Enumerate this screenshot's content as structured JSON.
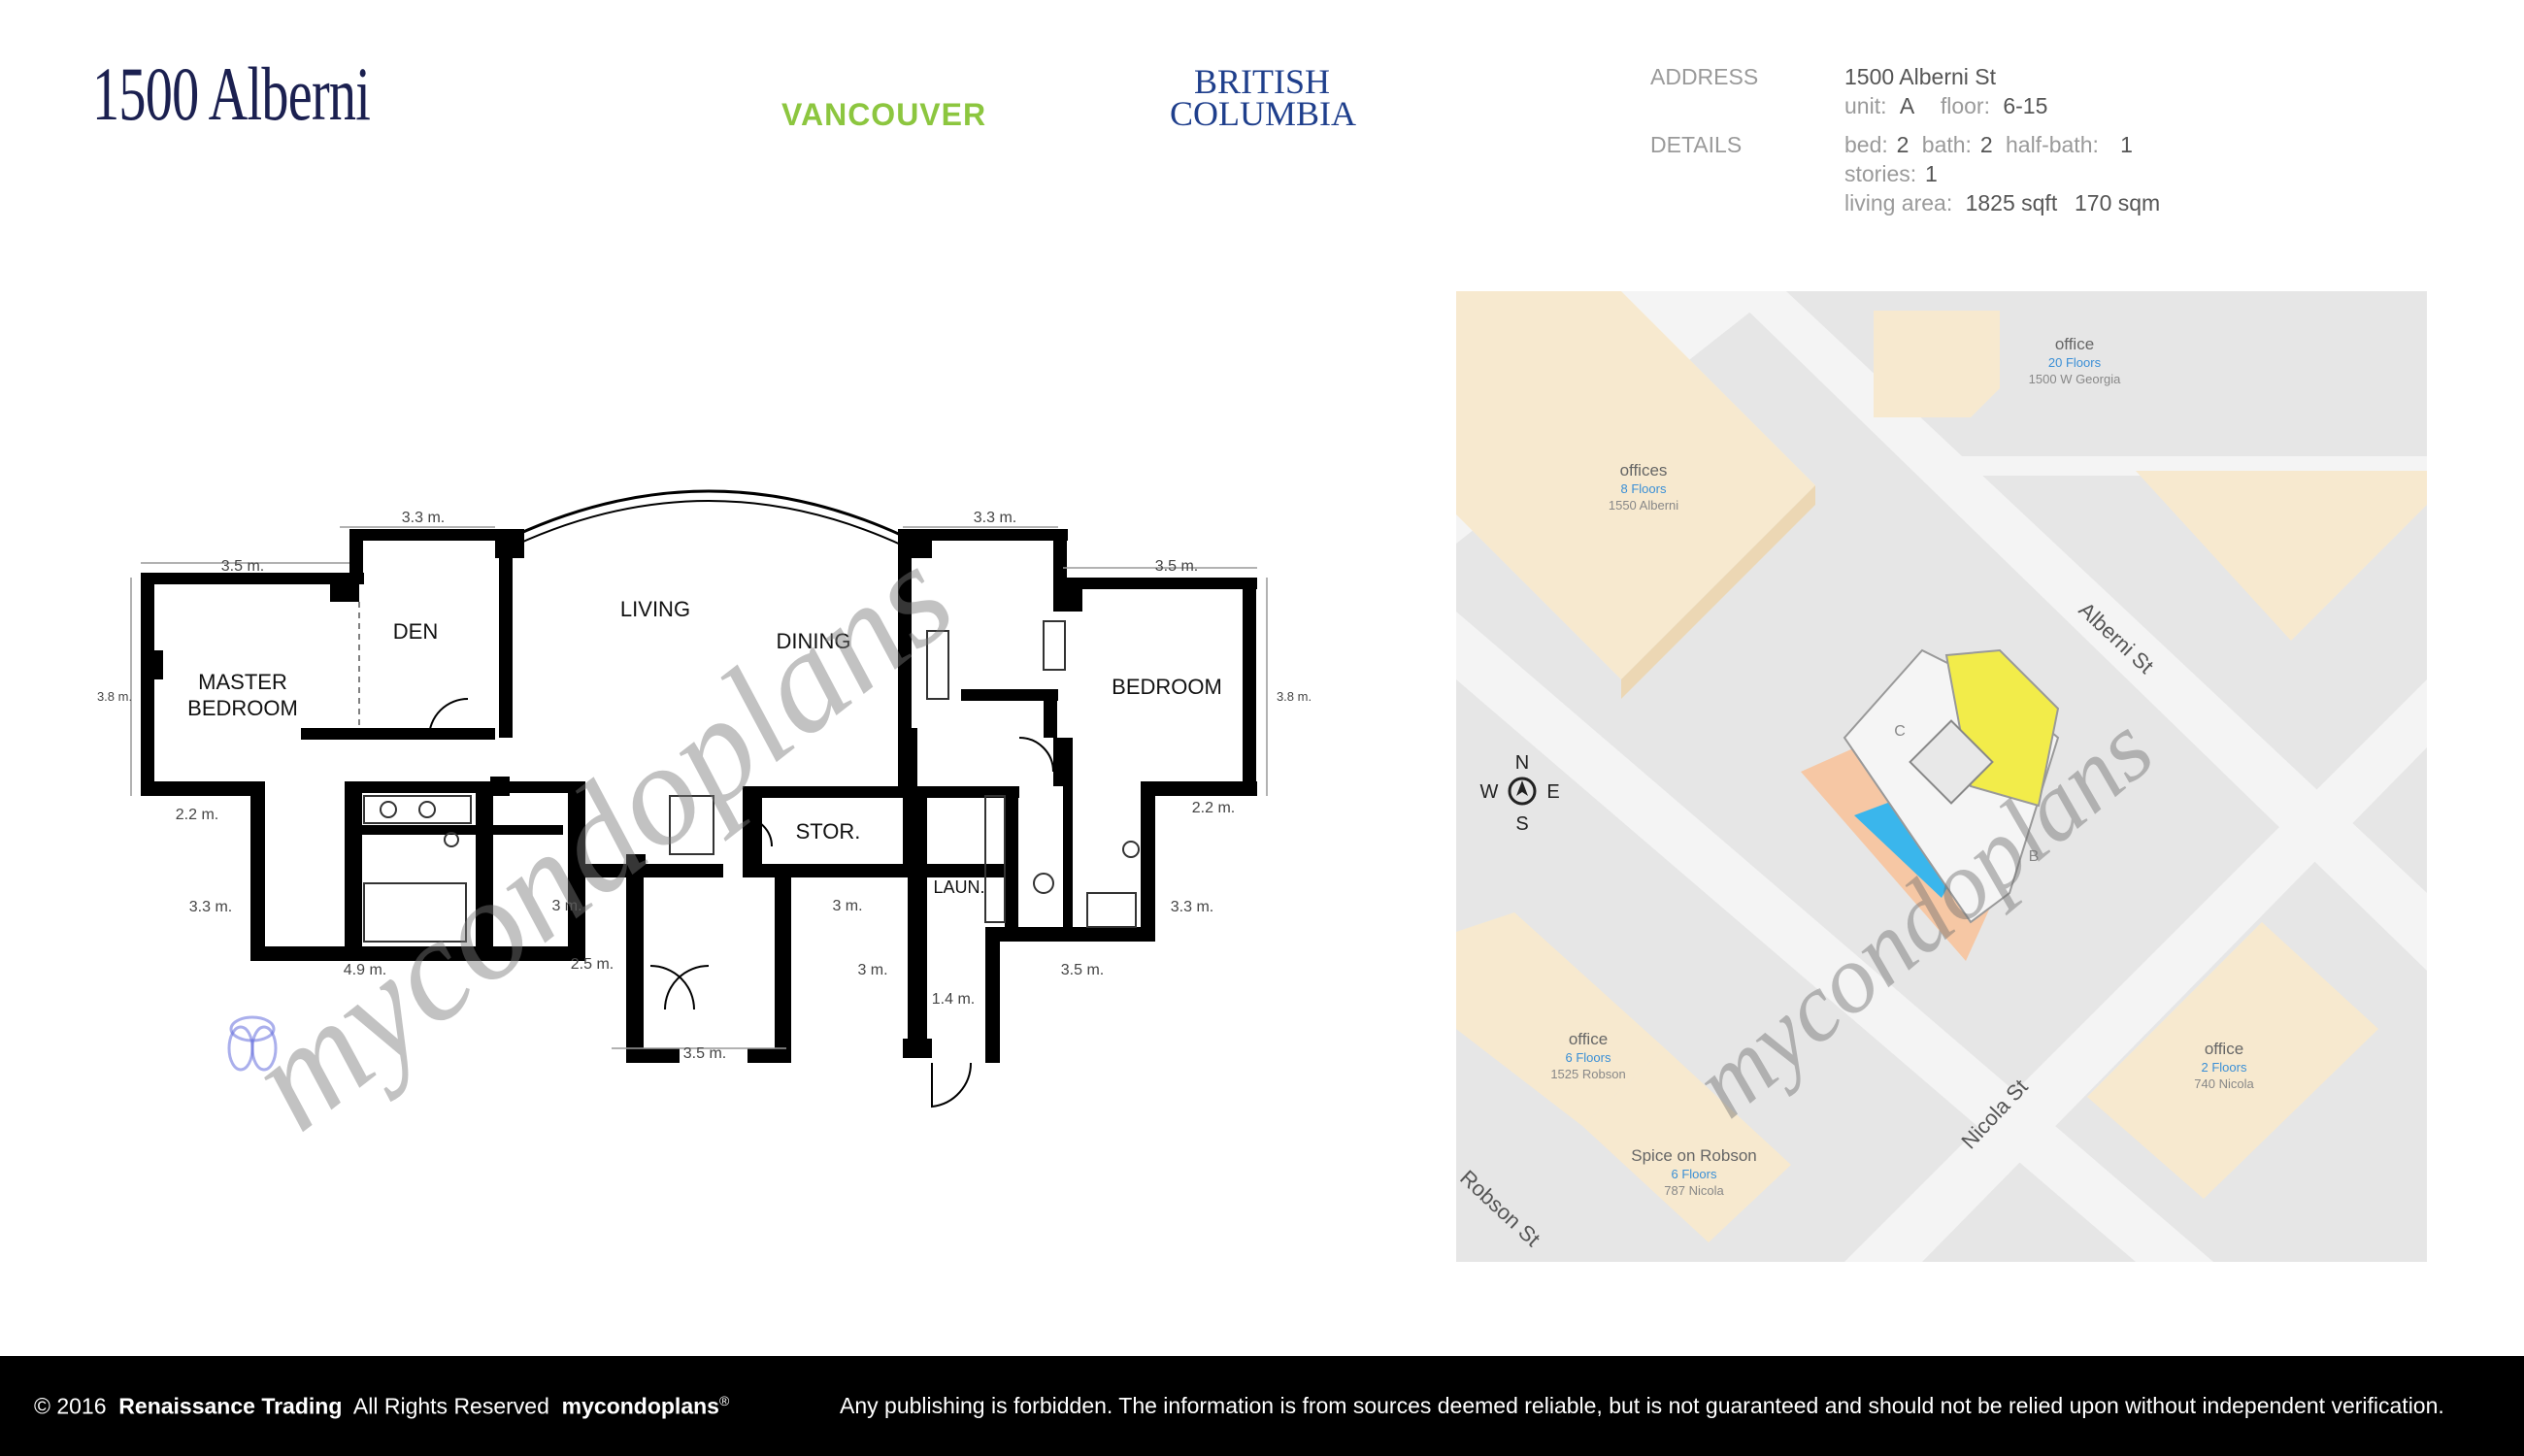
{
  "header": {
    "title": "1500 Alberni",
    "city": "VANCOUVER",
    "province_line1": "BRITISH",
    "province_line2": "COLUMBIA"
  },
  "info": {
    "address_label": "ADDRESS",
    "address": "1500 Alberni St",
    "unit_label": "unit:",
    "unit": "A",
    "floor_label": "floor:",
    "floor": "6-15",
    "details_label": "DETAILS",
    "bed_label": "bed:",
    "bed": "2",
    "bath_label": "bath:",
    "bath": "2",
    "half_bath_label": "half-bath:",
    "half_bath": "1",
    "stories_label": "stories:",
    "stories": "1",
    "living_area_label": "living area:",
    "living_sqft": "1825 sqft",
    "living_sqm": "170 sqm"
  },
  "floorplan": {
    "rooms": {
      "master": "MASTER",
      "bedroom_word": "BEDROOM",
      "den": "DEN",
      "living": "LIVING",
      "dining": "DINING",
      "bedroom": "BEDROOM",
      "storage": "STOR.",
      "laundry": "LAUN."
    },
    "dims": {
      "master_w": "3.5 m.",
      "den_w": "3.3 m.",
      "kitchen_w": "3.3 m.",
      "bedroom_w": "3.5 m.",
      "left_h": "3.8 m.",
      "right_h": "3.8 m.",
      "left_22": "2.2 m.",
      "right_22": "2.2 m.",
      "left_33": "3.3 m.",
      "right_33": "3.3 m.",
      "bath_w": "4.9 m.",
      "hall_3a": "3 m.",
      "hall_3b": "3 m.",
      "hall_3c": "3 m.",
      "foyer_h": "2.5 m.",
      "foyer_w": "3.5 m.",
      "right_35b": "3.5 m.",
      "laun_14": "1.4 m."
    },
    "watermark": "mycondoplans"
  },
  "map": {
    "compass_n": "N",
    "compass_e": "E",
    "compass_s": "S",
    "compass_w": "W",
    "streets": {
      "alberni": "Alberni St",
      "nicola": "Nicola St",
      "robson": "Robson St"
    },
    "buildings": [
      {
        "type": "office",
        "floors": "20 Floors",
        "addr": "1500 W Georgia"
      },
      {
        "type": "offices",
        "floors": "8 Floors",
        "addr": "1550 Alberni"
      },
      {
        "type": "office",
        "floors": "6 Floors",
        "addr": "1525 Robson"
      },
      {
        "type": "Spice on Robson",
        "floors": "6 Floors",
        "addr": "787 Nicola"
      },
      {
        "type": "office",
        "floors": "2 Floors",
        "addr": "740 Nicola"
      }
    ],
    "tower_labels": {
      "c": "C",
      "b": "B"
    },
    "watermark": "mycondoplans",
    "colors": {
      "road": "#f1f1f1",
      "block": "#e6e6e6",
      "building": "#f7e9cf",
      "highlight": "#f2ec4a",
      "pool": "#3ab6ec",
      "deck": "#f6c7a4"
    }
  },
  "footer": {
    "copyright": "© 2016",
    "company": "Renaissance Trading",
    "rights": "All Rights Reserved",
    "brand": "mycondoplans",
    "reg": "®",
    "disclaimer": "Any publishing is forbidden.  The information is from sources deemed reliable, but is not guaranteed and should not be relied upon without independent verification."
  }
}
